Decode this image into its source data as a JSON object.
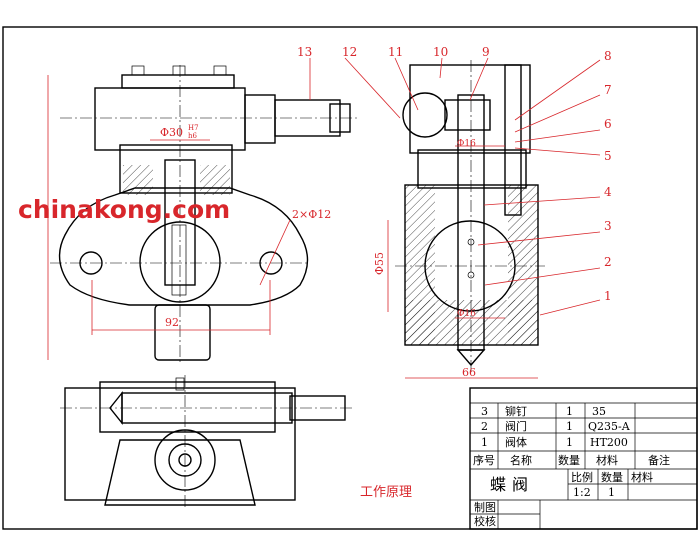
{
  "watermark": "chinakong.com",
  "callouts": [
    "13",
    "12",
    "11",
    "10",
    "9",
    "8",
    "7",
    "6",
    "5",
    "4",
    "3",
    "2",
    "1"
  ],
  "dimensions": {
    "phi30": "Φ30",
    "phi30_fit_top": "H7",
    "phi30_fit_bottom": "h6",
    "holes": "2×Φ12",
    "pitch": "92",
    "phi55": "Φ55",
    "width66": "66",
    "phi16_top": "Φ16",
    "phi16_bottom": "Φ16"
  },
  "caption": "工作原理",
  "parts_table": {
    "rows": [
      {
        "no": "3",
        "name": "铆钉",
        "qty": "1",
        "material": "35",
        "note": ""
      },
      {
        "no": "2",
        "name": "阀门",
        "qty": "1",
        "material": "Q235-A",
        "note": ""
      },
      {
        "no": "1",
        "name": "阀体",
        "qty": "1",
        "material": "HT200",
        "note": ""
      }
    ],
    "header": {
      "no": "序号",
      "name": "名称",
      "qty": "数量",
      "material": "材料",
      "note": "备注"
    }
  },
  "title_block": {
    "title": "蝶阀",
    "scale_label": "比例",
    "qty_label": "数量",
    "material_label": "材料",
    "scale_value": "1:2",
    "qty_value": "1",
    "drawn_label": "制图",
    "checked_label": "校核"
  },
  "colors": {
    "shaft": "#bfe6ef",
    "disc": "#f6efc4",
    "gear": "#9ed59c",
    "annotation": "#d8262b"
  }
}
